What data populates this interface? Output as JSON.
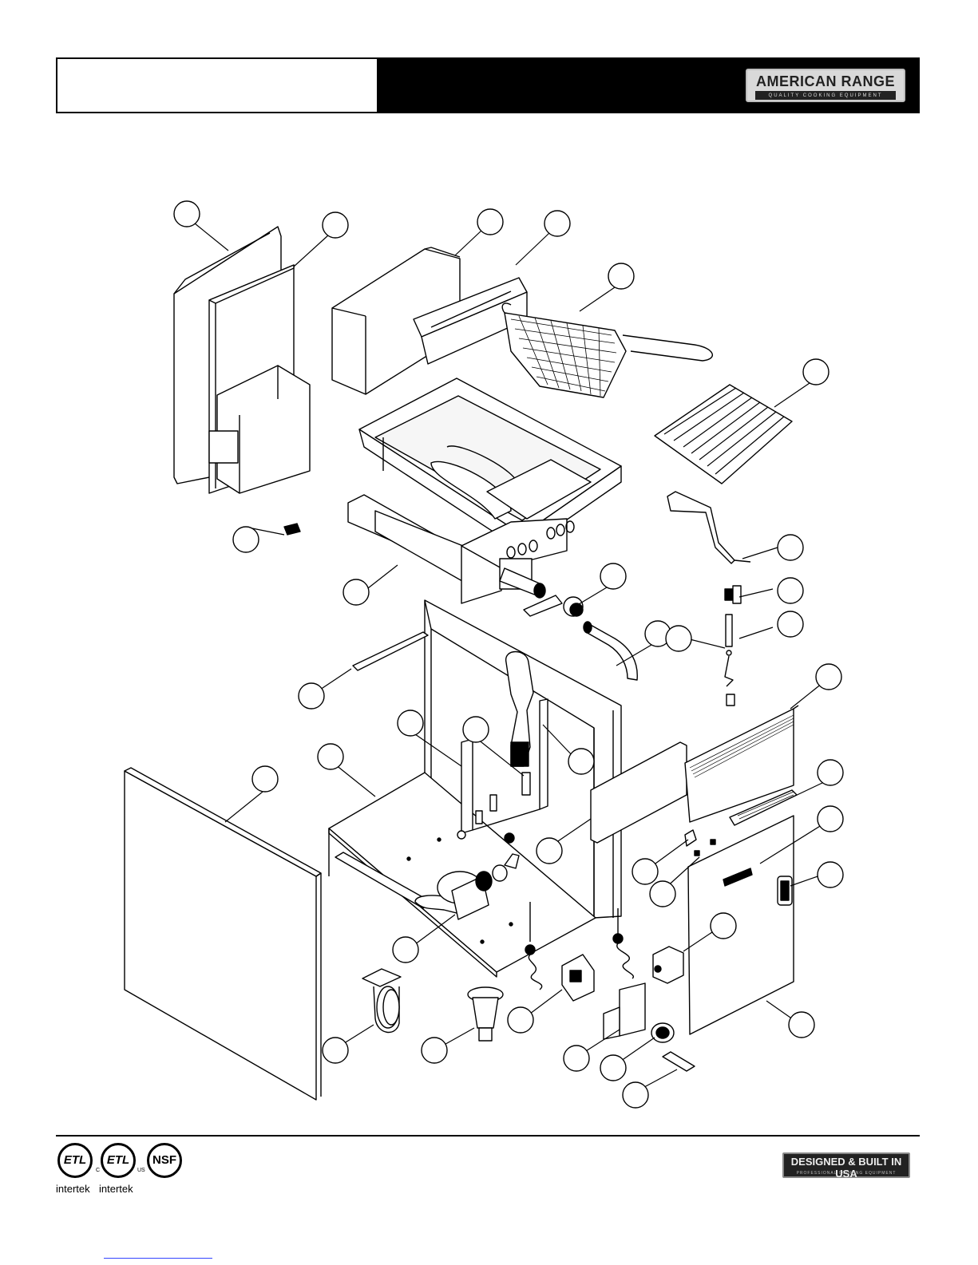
{
  "header": {
    "brand": "AMERICAN RANGE",
    "tagline": "QUALITY COOKING EQUIPMENT"
  },
  "footer": {
    "certifications": [
      "ETL",
      "ETL",
      "NSF"
    ],
    "cert_labels": [
      "intertek",
      "intertek"
    ],
    "cert_small": [
      "C",
      "US"
    ],
    "badge_main": "DESIGNED & BUILT IN USA",
    "badge_sub": "PROFESSIONAL COOKING EQUIPMENT"
  },
  "colors": {
    "ink": "#000000",
    "header_bar": "#000000",
    "logo_bg": "#d9d9d9",
    "link": "#3344ff"
  }
}
